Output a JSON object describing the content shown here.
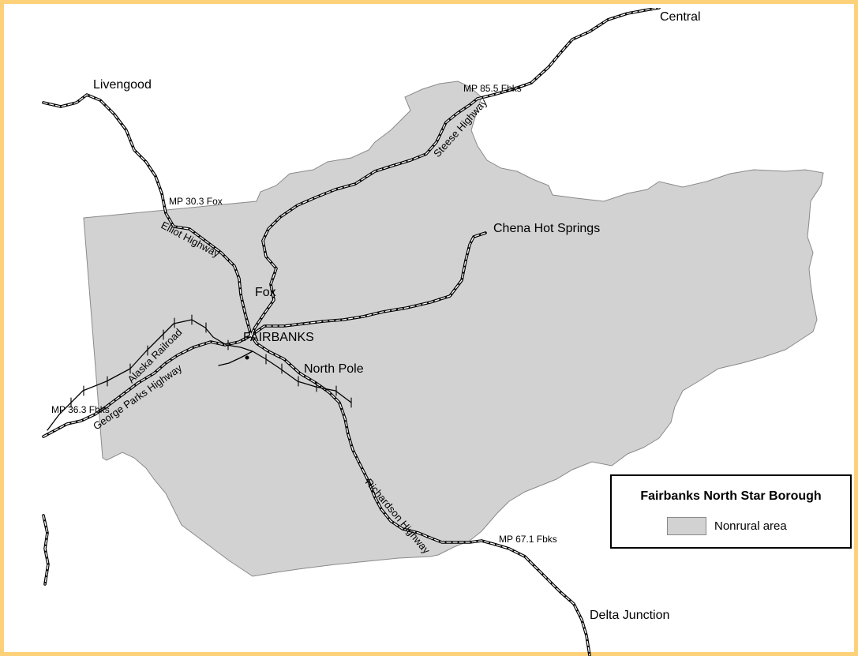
{
  "map": {
    "places": {
      "central": "Central",
      "livengood": "Livengood",
      "chena_hot_springs": "Chena Hot Springs",
      "fox": "Fox",
      "fairbanks": "FAIRBANKS",
      "north_pole": "North Pole",
      "delta_junction": "Delta Junction"
    },
    "mileposts": {
      "mp_85_5": "MP 85.5 Fbks",
      "mp_30_3": "MP 30.3 Fox",
      "mp_36_3": "MP 36.3 Fbks",
      "mp_67_1": "MP 67.1 Fbks"
    },
    "routes": {
      "steese": "Steese Highway",
      "elliot": "Elliot Highway",
      "alaska_railroad": "Alaska Railroad",
      "george_parks": "George Parks Highway",
      "richardson": "Richardson Highway"
    }
  },
  "legend": {
    "title": "Fairbanks North Star Borough",
    "nonrural_label": "Nonrural area"
  },
  "colors": {
    "frame": "#fdd17a",
    "nonrural_fill": "#d2d2d2",
    "boundary": "#8a8a8a"
  }
}
